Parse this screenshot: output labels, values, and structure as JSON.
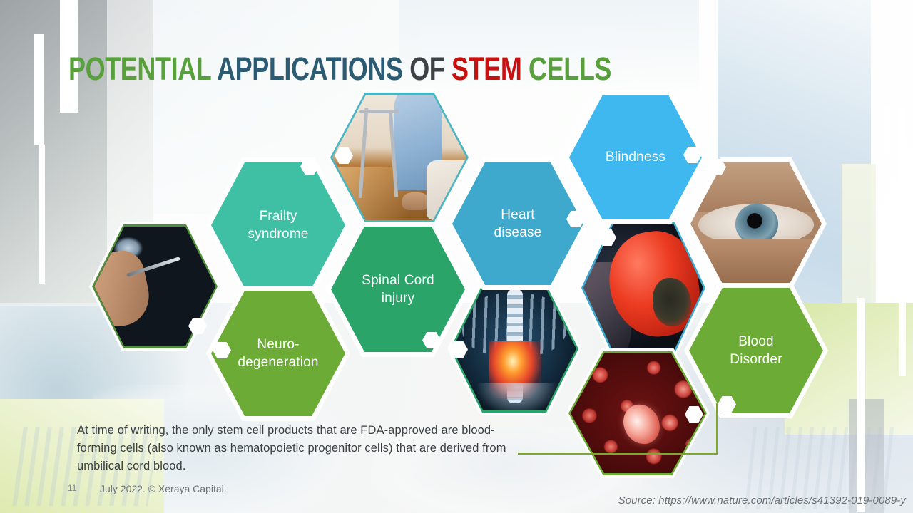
{
  "slide": {
    "title_parts": [
      {
        "text": "POTENTIAL",
        "color": "#57a03c"
      },
      {
        "text": " ",
        "color": "#333333"
      },
      {
        "text": "APPLICATIONS",
        "color": "#2b5c73"
      },
      {
        "text": " ",
        "color": "#333333"
      },
      {
        "text": "OF",
        "color": "#3c4245"
      },
      {
        "text": " ",
        "color": "#333333"
      },
      {
        "text": "STEM",
        "color": "#c8110f"
      },
      {
        "text": " ",
        "color": "#333333"
      },
      {
        "text": "CELLS",
        "color": "#57a03c"
      }
    ],
    "title_plain": "POTENTIAL APPLICATIONS OF STEM CELLS",
    "body_text": "At time of writing, the only stem cell products that are FDA-approved are blood-forming cells (also known as hematopoietic progenitor cells) that are derived from umbilical cord blood.",
    "page_number": "11",
    "credit": "July 2022. © Xeraya Capital.",
    "source": "Source: https://www.nature.com/articles/s41392-019-0089-y"
  },
  "hexagons": {
    "labels": [
      {
        "id": "frailty-syndrome",
        "line1": "Frailty",
        "line2": "syndrome",
        "color": "#3fc0a4"
      },
      {
        "id": "neuro-degeneration",
        "line1": "Neuro-",
        "line2": "degeneration",
        "color": "#6cab36"
      },
      {
        "id": "spinal-cord-injury",
        "line1": "Spinal Cord",
        "line2": "injury",
        "color": "#2aa469"
      },
      {
        "id": "heart-disease",
        "line1": "Heart",
        "line2": "disease",
        "color": "#3fa9cd"
      },
      {
        "id": "blindness",
        "line1": "Blindness",
        "line2": "",
        "color": "#3fb8ef"
      },
      {
        "id": "blood-disorder",
        "line1": "Blood",
        "line2": "Disorder",
        "color": "#6cab36"
      }
    ],
    "photos": [
      {
        "id": "brain-mri-scan",
        "alt": "Brain MRI scan films with hand holding a pen",
        "border": "#4f8f3a"
      },
      {
        "id": "elderly-walker",
        "alt": "Elderly patient in hospital gown using a walking frame",
        "border": "#4ab6c4"
      },
      {
        "id": "spine-xray",
        "alt": "X-ray illustration of spine with glowing lower back injury",
        "border": "#2aa469"
      },
      {
        "id": "diseased-organ",
        "alt": "3D render of a red organ with dark necrotic region",
        "border": "#3fa9cd"
      },
      {
        "id": "human-eye",
        "alt": "Close-up of an elderly human eye with blue iris",
        "border": "#ffffff"
      },
      {
        "id": "red-blood-cells",
        "alt": "Microscope view of red blood cells",
        "border": "#6cab36"
      }
    ]
  },
  "colors": {
    "accent_green": "#6cab36",
    "accent_teal": "#3fc0a4",
    "accent_seagreen": "#2aa469",
    "accent_blue": "#3fa9cd",
    "accent_skyblue": "#3fb8ef",
    "accent_red": "#c8110f",
    "accent_darkteal": "#2b5c73",
    "connector_line": "#7aa830"
  }
}
